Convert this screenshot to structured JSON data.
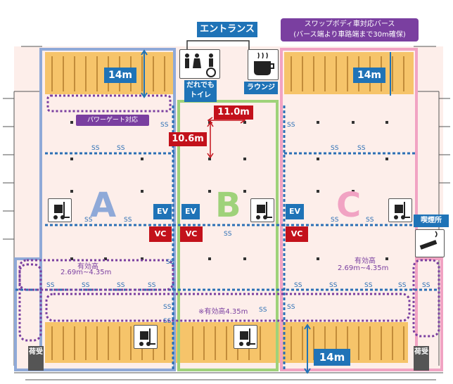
{
  "header": {
    "entrance": "エントランス",
    "swap_line1": "スワップボディ車対応バース",
    "swap_line2": "(バース端より車路端まで30m確保)"
  },
  "facilities": {
    "universal_toilet_line1": "だれでも",
    "universal_toilet_line2": "トイレ",
    "lounge": "ラウンジ",
    "smoking": "喫煙所",
    "loading_left": "荷受",
    "loading_right": "荷受"
  },
  "zones": {
    "a": "A",
    "b": "B",
    "c": "C"
  },
  "dimensions": {
    "depth_top_left": "14m",
    "depth_top_right": "14m",
    "depth_bottom_right": "14m",
    "span_x": "11.0m",
    "span_y": "10.6m"
  },
  "labels": {
    "power_gate": "パワーゲート対応",
    "clear_height_left_1": "有効高",
    "clear_height_left_2": "2.69m~4.35m",
    "clear_height_right_1": "有効高",
    "clear_height_right_2": "2.69m~4.35m",
    "clear_height_center": "※有効高4.35m",
    "ev": "EV",
    "vc": "VC",
    "ss": "SS"
  },
  "colors": {
    "zone_a": "#8fa9d8",
    "zone_b": "#9fd27a",
    "zone_c": "#f1a3c3",
    "berth": "#f5c46b",
    "floor": "#fbe9e4",
    "aisle": "#2a6fb5",
    "accent_blue": "#1f73b7",
    "accent_red": "#c3111b",
    "purple": "#7a3fa0"
  }
}
